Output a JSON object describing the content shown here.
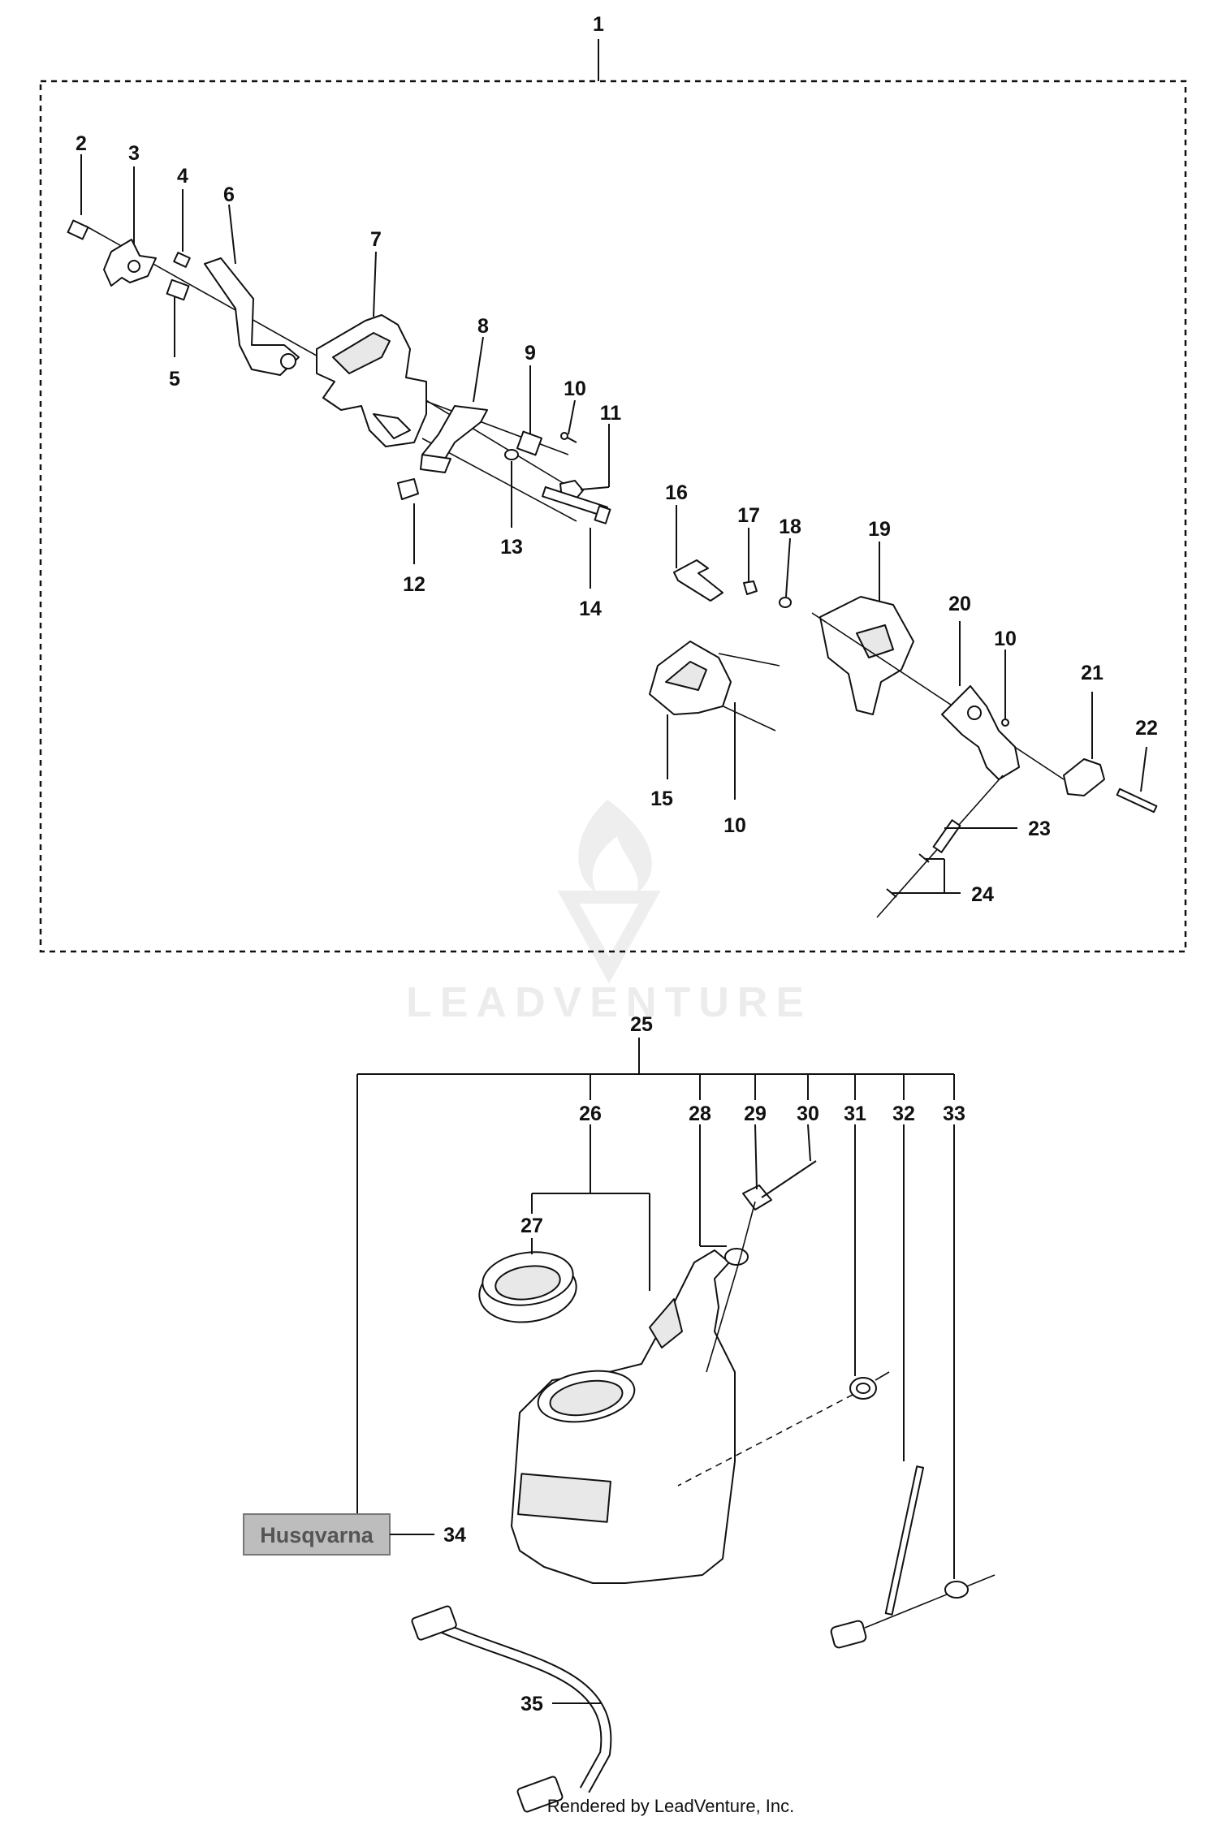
{
  "assembly_group": {
    "label": "1"
  },
  "callouts": [
    {
      "id": "2",
      "label": "2"
    },
    {
      "id": "3",
      "label": "3"
    },
    {
      "id": "4",
      "label": "4"
    },
    {
      "id": "5",
      "label": "5"
    },
    {
      "id": "6",
      "label": "6"
    },
    {
      "id": "7",
      "label": "7"
    },
    {
      "id": "8",
      "label": "8"
    },
    {
      "id": "9",
      "label": "9"
    },
    {
      "id": "10a",
      "label": "10"
    },
    {
      "id": "11",
      "label": "11"
    },
    {
      "id": "12",
      "label": "12"
    },
    {
      "id": "13",
      "label": "13"
    },
    {
      "id": "14",
      "label": "14"
    },
    {
      "id": "15",
      "label": "15"
    },
    {
      "id": "10b",
      "label": "10"
    },
    {
      "id": "16",
      "label": "16"
    },
    {
      "id": "17",
      "label": "17"
    },
    {
      "id": "18",
      "label": "18"
    },
    {
      "id": "19",
      "label": "19"
    },
    {
      "id": "20",
      "label": "20"
    },
    {
      "id": "10c",
      "label": "10"
    },
    {
      "id": "21",
      "label": "21"
    },
    {
      "id": "22",
      "label": "22"
    },
    {
      "id": "23",
      "label": "23"
    },
    {
      "id": "24",
      "label": "24"
    },
    {
      "id": "25",
      "label": "25"
    },
    {
      "id": "26",
      "label": "26"
    },
    {
      "id": "27",
      "label": "27"
    },
    {
      "id": "28",
      "label": "28"
    },
    {
      "id": "29",
      "label": "29"
    },
    {
      "id": "30",
      "label": "30"
    },
    {
      "id": "31",
      "label": "31"
    },
    {
      "id": "32",
      "label": "32"
    },
    {
      "id": "33",
      "label": "33"
    },
    {
      "id": "34",
      "label": "34"
    },
    {
      "id": "35",
      "label": "35"
    }
  ],
  "decal": {
    "brand_text": "Husqvarna"
  },
  "watermark": {
    "text": "LEADVENTURE"
  },
  "footer": {
    "text": "Rendered by LeadVenture, Inc."
  },
  "colors": {
    "line": "#111111",
    "watermark": "#ececec",
    "decal_fill": "#bdbdbd"
  }
}
